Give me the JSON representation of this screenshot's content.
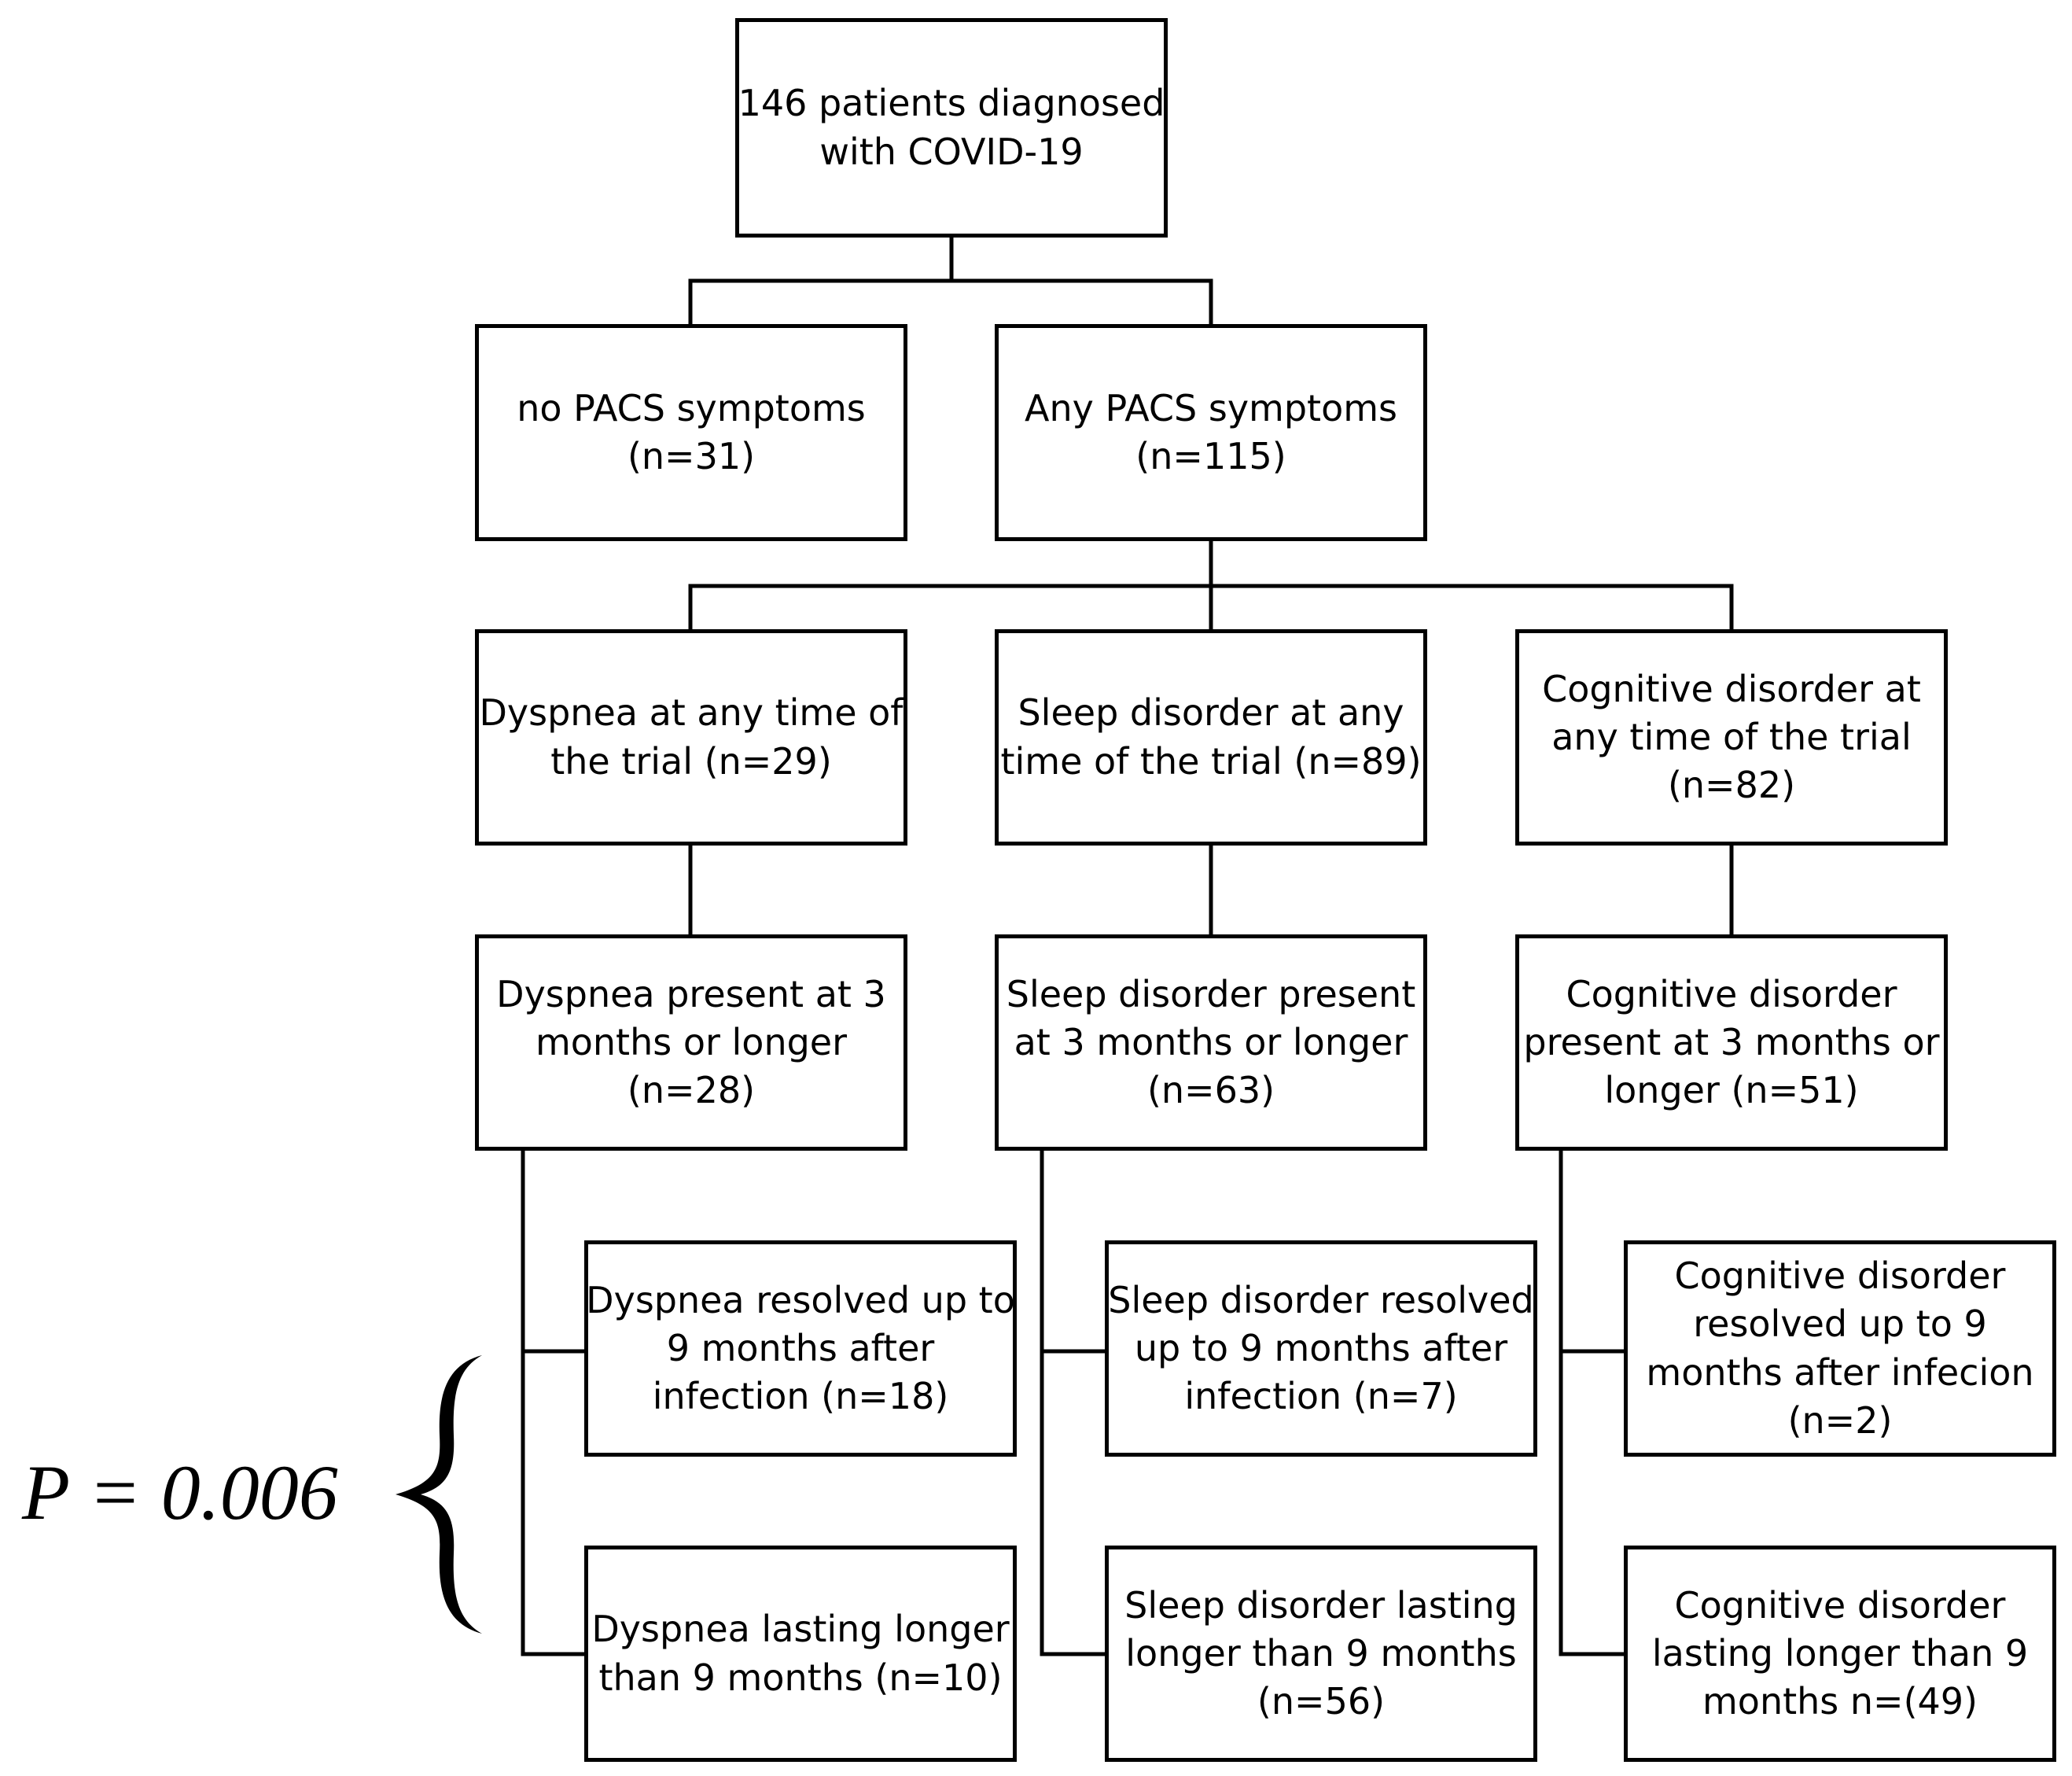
{
  "nodes": {
    "root": [
      "146 patients diagnosed",
      "with COVID-19"
    ],
    "no_pacs": [
      "no PACS symptoms",
      "(n=31)"
    ],
    "any_pacs": [
      "Any PACS symptoms",
      "(n=115)"
    ],
    "dyspnea_any": [
      "Dyspnea at any time of",
      "the trial (n=29)"
    ],
    "sleep_any": [
      "Sleep disorder at any",
      "time of the trial (n=89)"
    ],
    "cognitive_any": [
      "Cognitive disorder at",
      "any time of the trial",
      "(n=82)"
    ],
    "dyspnea_3m": [
      "Dyspnea present at 3",
      "months or longer",
      "(n=28)"
    ],
    "sleep_3m": [
      "Sleep disorder present",
      "at 3 months or longer",
      "(n=63)"
    ],
    "cognitive_3m": [
      "Cognitive disorder",
      "present at 3 months or",
      "longer (n=51)"
    ],
    "dyspnea_resolved": [
      "Dyspnea resolved up to",
      "9 months after",
      "infection (n=18)"
    ],
    "sleep_resolved": [
      "Sleep disorder resolved",
      "up to 9 months after",
      "infection (n=7)"
    ],
    "cognitive_resolved": [
      "Cognitive disorder",
      "resolved up to 9",
      "months after infecion",
      "(n=2)"
    ],
    "dyspnea_lasting": [
      "Dyspnea lasting longer",
      "than 9 months (n=10)"
    ],
    "sleep_lasting": [
      "Sleep disorder lasting",
      "longer than 9 months",
      "(n=56)"
    ],
    "cognitive_lasting": [
      "Cognitive disorder",
      "lasting longer than 9",
      "months n=(49)"
    ]
  },
  "annotation": {
    "p_value": "P = 0.006"
  }
}
